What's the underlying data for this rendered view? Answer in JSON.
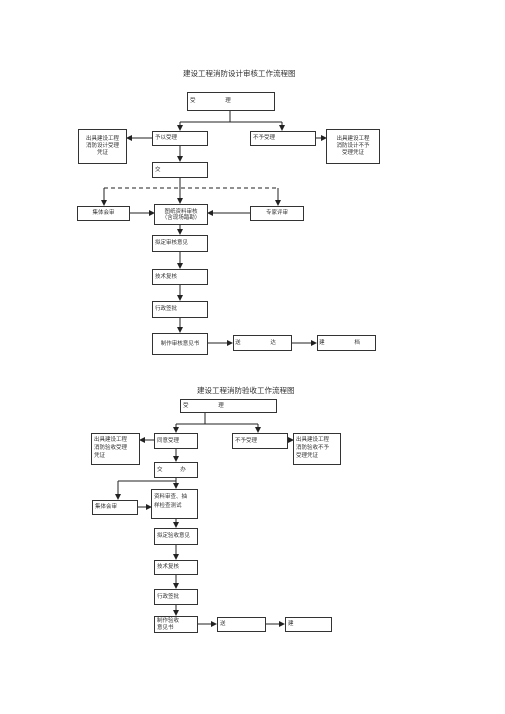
{
  "design": {
    "title": "建设工程消防设计审核工作流程图",
    "accept": "受 理",
    "issue_accept": "出具建设工程\n消防设计受理\n凭证",
    "agree": "予以受理",
    "reject": "不予受理",
    "issue_reject": "出具建设工程\n消防设计不予\n受理凭证",
    "deliver": "交 办",
    "group_review": "集体会审",
    "doc_review": "图纸资料审核\n（含现场踏勘）",
    "expert_review": "专家评审",
    "draft_opinion": "拟定审核意见",
    "tech_review": "技术复核",
    "admin_approval": "行政签批",
    "make_opinion": "制作审核意见书",
    "send": "送 达",
    "archive": "建 档"
  },
  "acceptance": {
    "title": "建设工程消防验收工作流程图",
    "accept": "受 理",
    "issue_accept": "出具建设工程\n消防验收受理\n凭证",
    "agree": "同意受理",
    "reject": "不予受理",
    "issue_reject": "出具建设工程\n消防验收不予\n受理凭证",
    "deliver": "交 办",
    "group_review": "集体会审",
    "doc_review": "资料审查、抽\n样检查测试",
    "draft_opinion": "拟定验收意见",
    "tech_review": "技术复核",
    "admin_approval": "行政签批",
    "make_opinion": "制作验收\n意见书",
    "send": "送 达",
    "archive": "建 档"
  }
}
